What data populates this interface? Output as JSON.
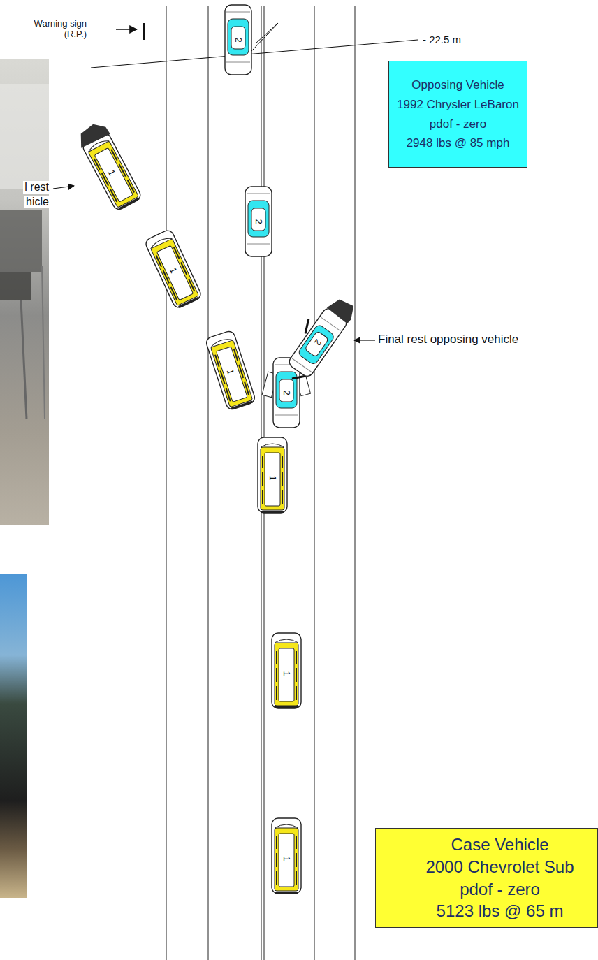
{
  "diagram": {
    "nodes": [
      {
        "text": [
          "Opposing Vehicle",
          "1992 Chrysler LeBaron",
          "pdof - zero",
          "2948 lbs @ 85 mph"
        ]
      },
      {
        "text": [
          "Case Vehicle",
          "2000 Chevrolet Sub",
          "pdof - zero",
          "5123 lbs @ 65 m"
        ]
      }
    ],
    "labels": [
      "Warning sign (R.P.)",
      "- 22.5 m",
      "2",
      "1",
      "l rest",
      "hicle",
      "2",
      "1",
      "Final rest opposing vehicle",
      "2",
      "1",
      "2",
      "1",
      "1",
      "1"
    ]
  }
}
